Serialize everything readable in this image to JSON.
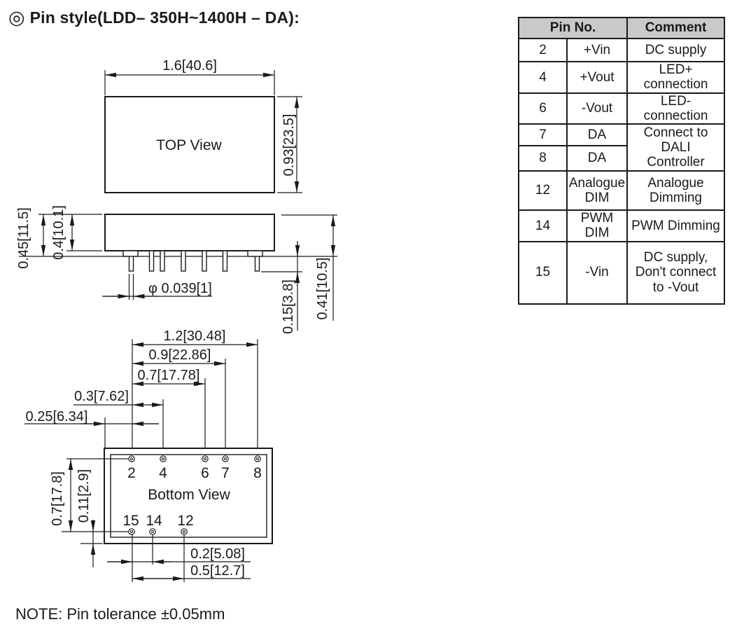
{
  "header": {
    "bullet": "◎",
    "title": "Pin style(LDD– 350H~1400H – DA):"
  },
  "note": "NOTE: Pin tolerance ±0.05mm",
  "drawing": {
    "top_view": {
      "label": "TOP View",
      "dim_width": "1.6[40.6]",
      "dim_height": "0.93[23.5]"
    },
    "side_view": {
      "dim_overall_height": "0.45[11.5]",
      "dim_case_height": "0.4[10.1]",
      "dim_pin_diameter": "φ 0.039[1]",
      "dim_standoff": "0.15[3.8]",
      "dim_seated_height": "0.41[10.5]"
    },
    "bottom_view": {
      "label": "Bottom View",
      "top_row_pins": [
        "2",
        "4",
        "6",
        "7",
        "8"
      ],
      "bottom_row_pins": [
        "15",
        "14",
        "12"
      ],
      "dim_pin2_pin8": "1.2[30.48]",
      "dim_pin2_pin7": "0.9[22.86]",
      "dim_pin2_pin6": "0.7[17.78]",
      "dim_pin2_pin4": "0.3[7.62]",
      "dim_edge_to_pin2": "0.25[6.34]",
      "dim_row_pitch": "0.7[17.8]",
      "dim_row_to_edge": "0.11[2.9]",
      "dim_pin15_pin14": "0.2[5.08]",
      "dim_pin15_pin12": "0.5[12.7]"
    }
  },
  "pin_table": {
    "header": {
      "pin_no": "Pin No.",
      "comment": "Comment"
    },
    "rows": [
      {
        "no": "2",
        "name": "+Vin",
        "comment": "DC supply"
      },
      {
        "no": "4",
        "name": "+Vout",
        "comment": "LED+ connection"
      },
      {
        "no": "6",
        "name": "-Vout",
        "comment": "LED- connection"
      },
      {
        "no": "7",
        "name": "DA",
        "comment": "Connect to\nDALI\nController"
      },
      {
        "no": "8",
        "name": "DA"
      },
      {
        "no": "12",
        "name": "Analogue\nDIM",
        "comment": "Analogue\nDimming"
      },
      {
        "no": "14",
        "name": "PWM DIM",
        "comment": "PWM Dimming"
      },
      {
        "no": "15",
        "name": "-Vin",
        "comment": "DC supply,\nDon't connect\nto -Vout"
      }
    ]
  },
  "colors": {
    "line": "#1a1a1a",
    "table_header_bg": "#c9c9c9"
  }
}
